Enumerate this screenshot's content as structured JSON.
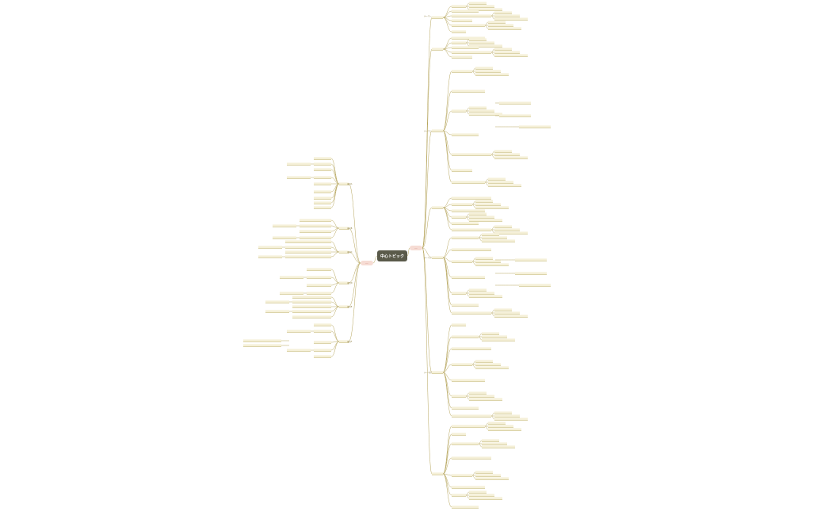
{
  "title": "中心トピック",
  "branch_left": "…",
  "branch_right": "…",
  "colors": {
    "central_bg": "#5a5a4a",
    "branch": "#c98a6e",
    "line": "#b5a45a",
    "text": "#8a7a3a"
  },
  "labels": {
    "r1": "テーマ一",
    "r2": "テーマ二",
    "r3": "テーマ三",
    "r4": "テーマ四",
    "l1": "項目A",
    "l2": "項目B",
    "l3": "項目C",
    "l4": "項目D",
    "l5": "項目E",
    "l6": "項目F"
  }
}
